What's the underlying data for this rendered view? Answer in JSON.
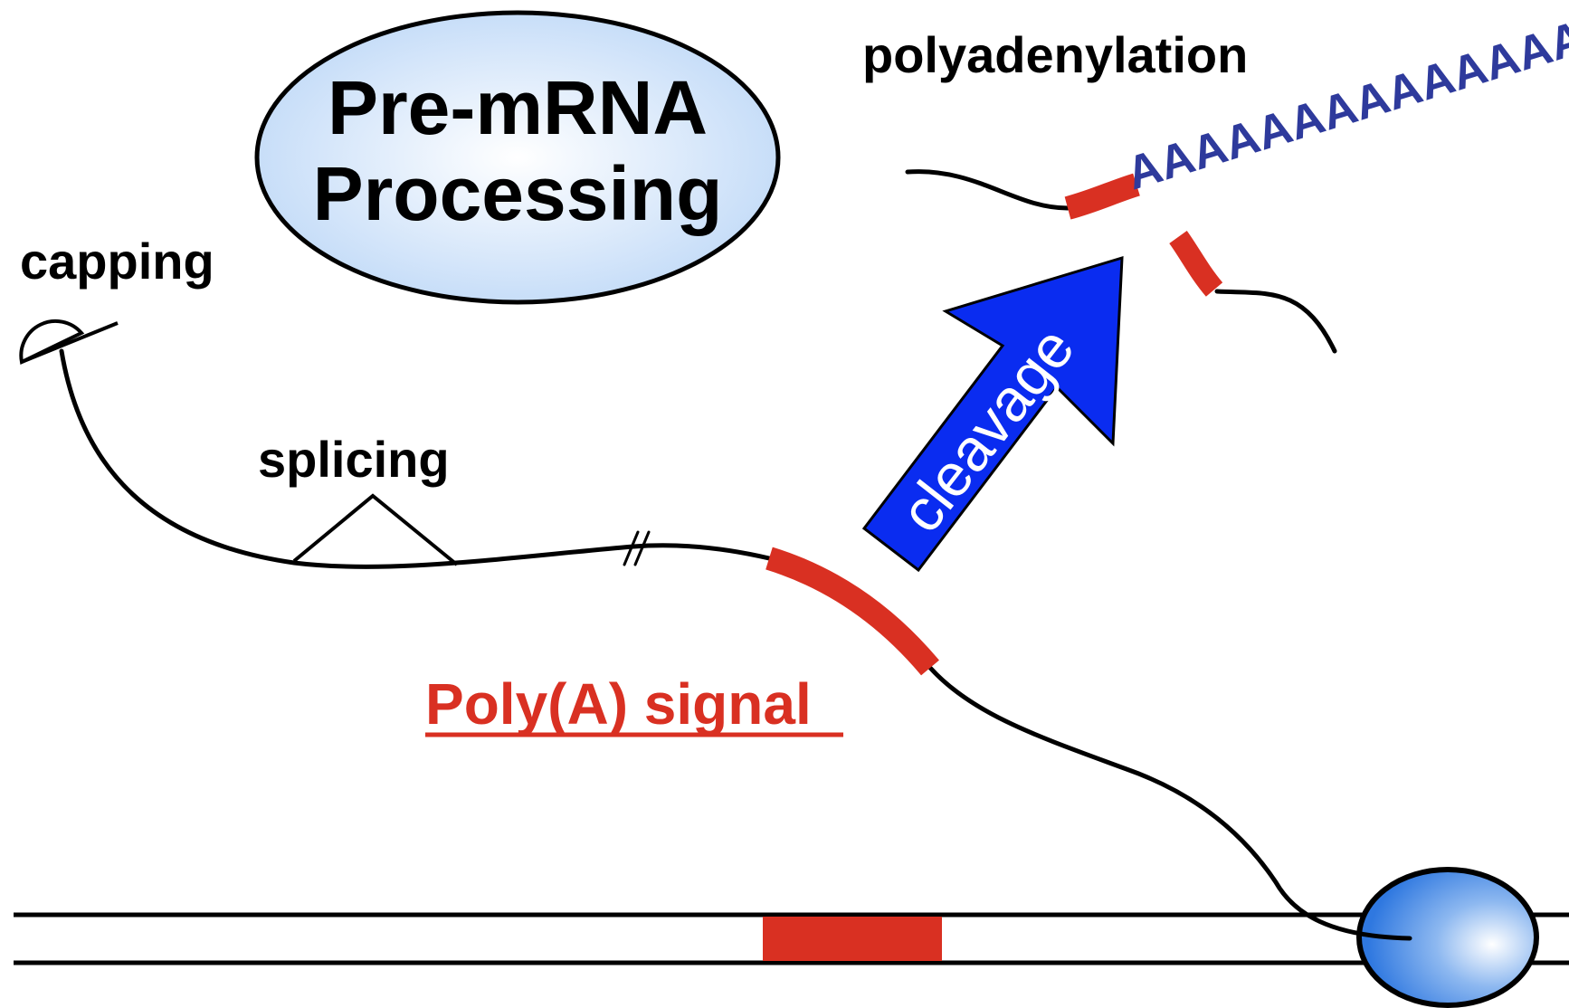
{
  "title": {
    "line1": "Pre-mRNA",
    "line2": "Processing"
  },
  "labels": {
    "capping": "capping",
    "splicing": "splicing",
    "polyadenylation": "polyadenylation",
    "poly_a_tail": "AAAAAAAAAAAAAA",
    "cleavage": "cleavage",
    "poly_a_signal": "Poly(A) signal"
  },
  "colors": {
    "title_bubble": "#cfe3fa",
    "signal_red": "#d93022",
    "arrow_blue": "#0a2cf0",
    "tail_blue": "#2e3a9c",
    "polymerase_blue": "#4e8fe6",
    "line_black": "#000000"
  }
}
